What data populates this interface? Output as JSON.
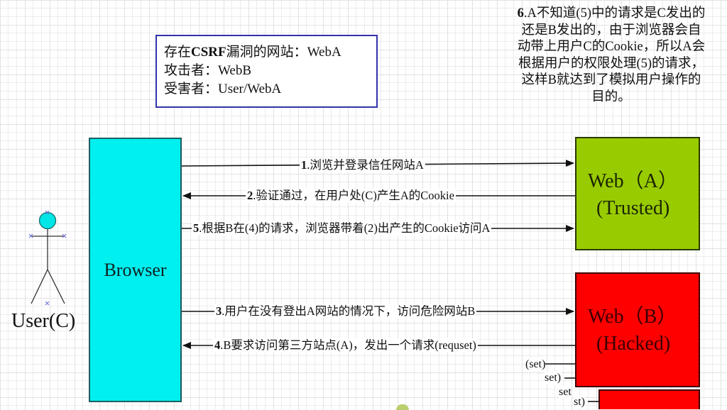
{
  "info_box": {
    "line1_prefix": "存在",
    "line1_bold": "CSRF",
    "line1_suffix": "漏洞的网站：WebA",
    "line2": "攻击者：WebB",
    "line3": "受害者：User/WebA"
  },
  "note": {
    "step_num": "6",
    "lines": [
      ".A不知道(5)中的请求是C发出的",
      "还是B发出的，由于浏览器会自",
      "动带上用户C的Cookie，所以A会",
      "根据用户的权限处理(5)的请求，",
      "这样B就达到了模拟用户操作的",
      "目的。"
    ]
  },
  "actor": {
    "label": "User(C)",
    "head_color": "#00e6e6"
  },
  "nodes": {
    "browser": {
      "label": "Browser",
      "color": "#00f0f0"
    },
    "web_a": {
      "line1": "Web（A）",
      "line2": "(Trusted)",
      "color": "#99cc00"
    },
    "web_b": {
      "line1": "Web（B）",
      "line2": "(Hacked)",
      "color": "#ff0000"
    }
  },
  "arrows": [
    {
      "num": "1",
      "text": ".浏览并登录信任网站A",
      "direction": "browser-to-webA"
    },
    {
      "num": "2",
      "text": ".验证通过，在用户处(C)产生A的Cookie",
      "direction": "webA-to-browser"
    },
    {
      "num": "5",
      "text": ".根据B在(4)的请求，浏览器带着(2)出产生的Cookie访问A",
      "direction": "browser-to-webA"
    },
    {
      "num": "3",
      "text": ".用户在没有登出A网站的情况下，访问危险网站B",
      "direction": "browser-to-webB"
    },
    {
      "num": "4",
      "text": ".B要求访问第三方站点(A)，发出一个请求(requset)",
      "direction": "webB-to-browser"
    }
  ],
  "fragments": [
    "(set)",
    "set)",
    "set",
    "st)"
  ]
}
